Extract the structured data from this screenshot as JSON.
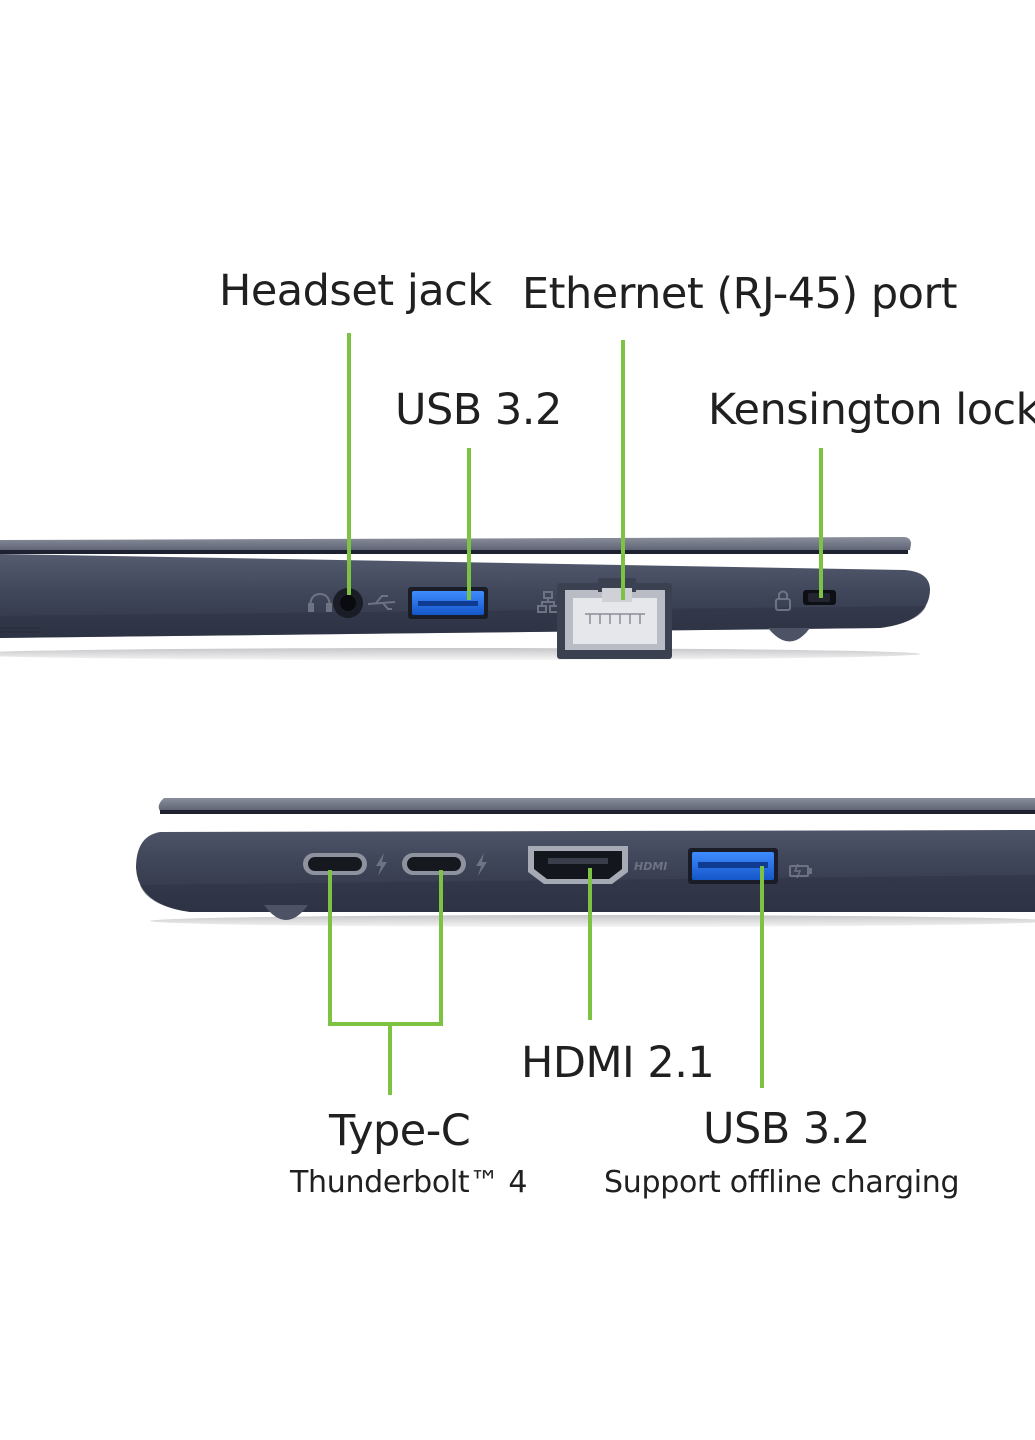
{
  "accent_color": "#7dc242",
  "chassis_color": "#3a4054",
  "right_side": {
    "labels": {
      "headset": "Headset jack",
      "ethernet": "Ethernet (RJ-45) port",
      "usb": "USB 3.2",
      "kensington": "Kensington lock"
    },
    "port_icons": [
      "headset-icon",
      "usb-icon",
      "network-icon",
      "lock-icon"
    ]
  },
  "left_side": {
    "labels": {
      "typec": "Type-C",
      "typec_sub": "Thunderbolt™ 4",
      "hdmi": "HDMI 2.1",
      "usb": "USB 3.2",
      "usb_sub": "Support offline charging"
    },
    "port_icons": [
      "thunderbolt-icon",
      "thunderbolt-icon",
      "hdmi-logo-icon",
      "battery-charge-icon"
    ],
    "hdmi_logo_text": "HDMI"
  }
}
